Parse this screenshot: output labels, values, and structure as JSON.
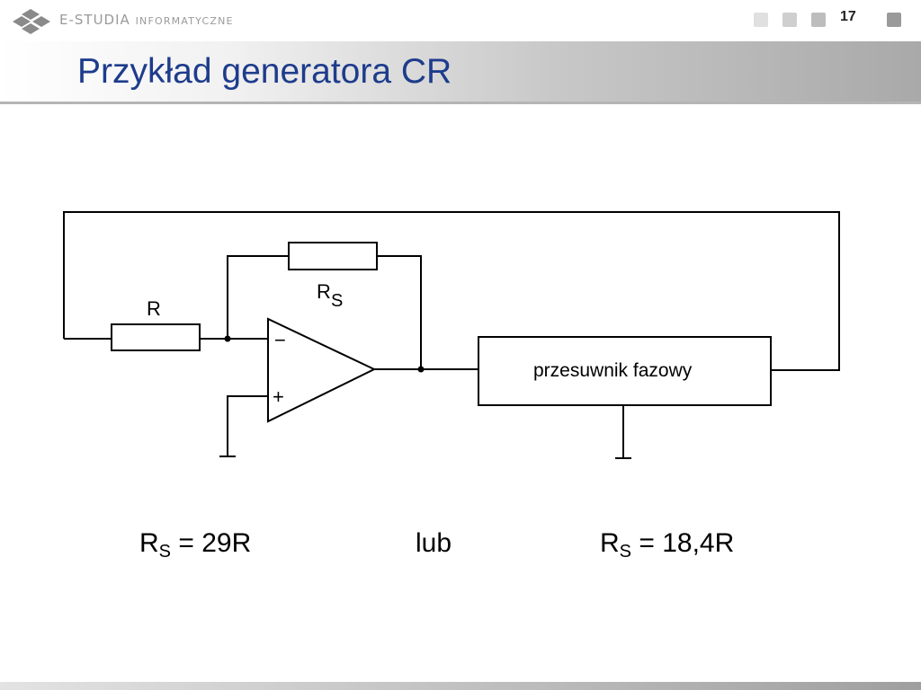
{
  "header": {
    "brand_main": "E-STUDIA",
    "brand_sub": "INFORMATYCZNE",
    "page_number": "17"
  },
  "slide": {
    "title": "Przykład generatora CR"
  },
  "diagram": {
    "label_r": "R",
    "label_rs_main": "R",
    "label_rs_sub": "S",
    "minus": "−",
    "plus": "+",
    "block_label": "przesuwnik fazowy"
  },
  "formulas": {
    "left_main": "R",
    "left_sub": "S",
    "left_rest": " = 29R",
    "middle": "lub",
    "right_main": "R",
    "right_sub": "S",
    "right_rest": " = 18,4R"
  },
  "colors": {
    "title": "#1e3c8c",
    "brand": "#9a9a9a",
    "nav_squares": "#c8c8c8"
  }
}
